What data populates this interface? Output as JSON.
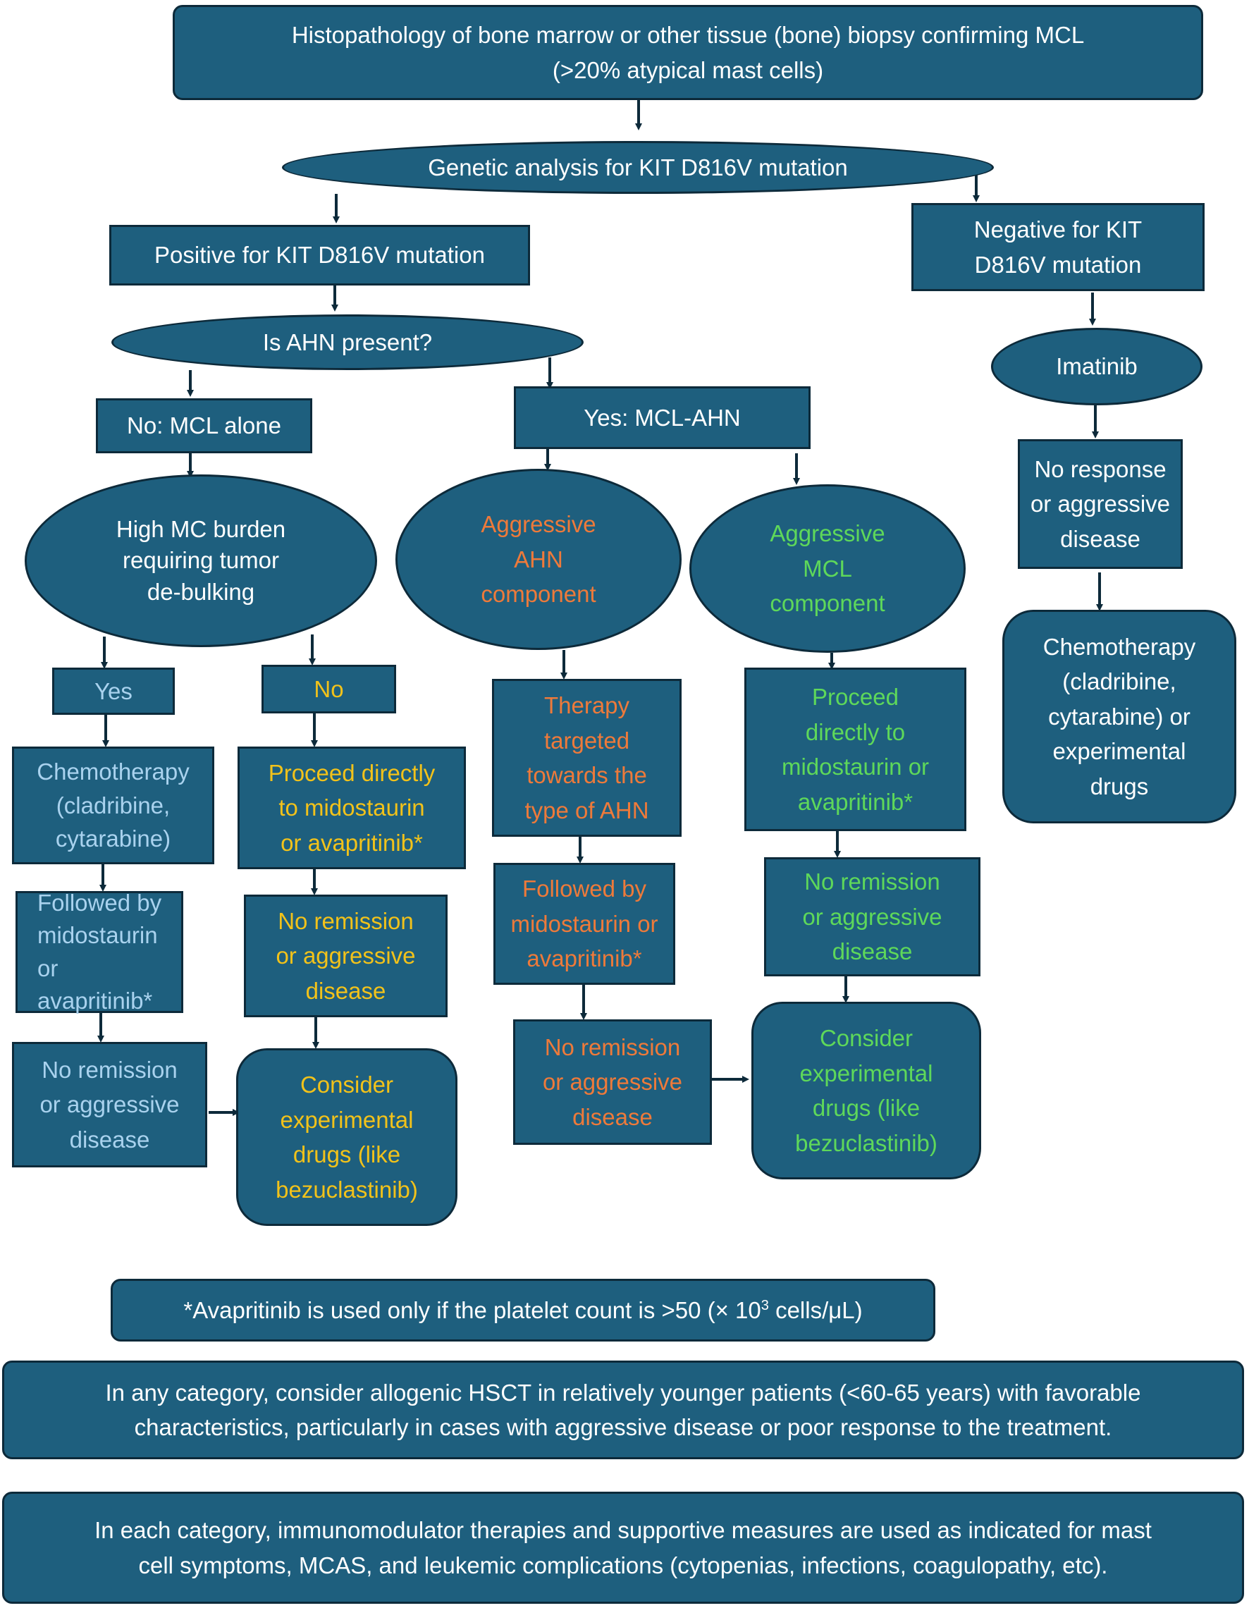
{
  "nodes": {
    "histopathology": "Histopathology of bone marrow or other tissue (bone) biopsy confirming MCL\n(>20% atypical mast cells)",
    "genetic": "Genetic analysis for KIT D816V mutation",
    "positive": "Positive for KIT D816V mutation",
    "negative": "Negative for KIT\nD816V mutation",
    "ahn_question": "Is AHN present?",
    "no_mcl_alone": "No: MCL alone",
    "yes_mcl_ahn": "Yes: MCL-AHN",
    "imatinib": "Imatinib",
    "imatinib_no_response": "No response\nor aggressive\ndisease",
    "neg_chemo": "Chemotherapy\n(cladribine,\ncytarabine) or\nexperimental\ndrugs",
    "high_mc_burden": "High MC burden\nrequiring tumor\nde-bulking",
    "aggr_ahn": "Aggressive\nAHN\ncomponent",
    "aggr_mcl": "Aggressive\nMCL\ncomponent",
    "yes": "Yes",
    "no": "No",
    "chemo": "Chemotherapy\n(cladribine,\ncytarabine)",
    "followed_by": "Followed by\nmidostaurin\nor avapritinib*",
    "no_remission_blue": "No remission\nor aggressive\ndisease",
    "proceed_yellow": "Proceed directly\nto midostaurin\nor avapritinib*",
    "no_remission_yellow": "No remission\nor aggressive\ndisease",
    "consider_yellow": "Consider\nexperimental\ndrugs (like\nbezuclastinib)",
    "therapy_targeted": "Therapy\ntargeted\ntowards the\ntype of AHN",
    "followed_orange": "Followed by\nmidostaurin or\navapritinib*",
    "no_remission_orange": "No remission\nor aggressive\ndisease",
    "proceed_green": "Proceed\ndirectly to\nmidostaurin or\navapritinib*",
    "no_remission_green": "No remission\nor aggressive\ndisease",
    "consider_green": "Consider\nexperimental\ndrugs (like\nbezuclastinib)"
  },
  "footnote": {
    "prefix": "*Avapritinib is used only if the platelet count is >50 (× 10",
    "sup": "3",
    "suffix": " cells/μL)"
  },
  "notes": {
    "hsct": "In any category, consider allogenic HSCT in relatively younger patients (<60-65 years) with favorable\ncharacteristics, particularly in cases with aggressive disease or poor response to the treatment.",
    "immunomodulator": "In each category, immunomodulator therapies and supportive measures are used as indicated for mast\ncell symptoms, MCAS, and leukemic complications (cytopenias, infections, coagulopathy, etc)."
  },
  "colors": {
    "box_fill": "#1e5f7e",
    "box_border": "#0d2a3a",
    "text_white": "#ffffff",
    "text_lightblue": "#a9d2ee",
    "text_yellow": "#f2c21a",
    "text_orange": "#ee7a3a",
    "text_green": "#5ed85a"
  }
}
